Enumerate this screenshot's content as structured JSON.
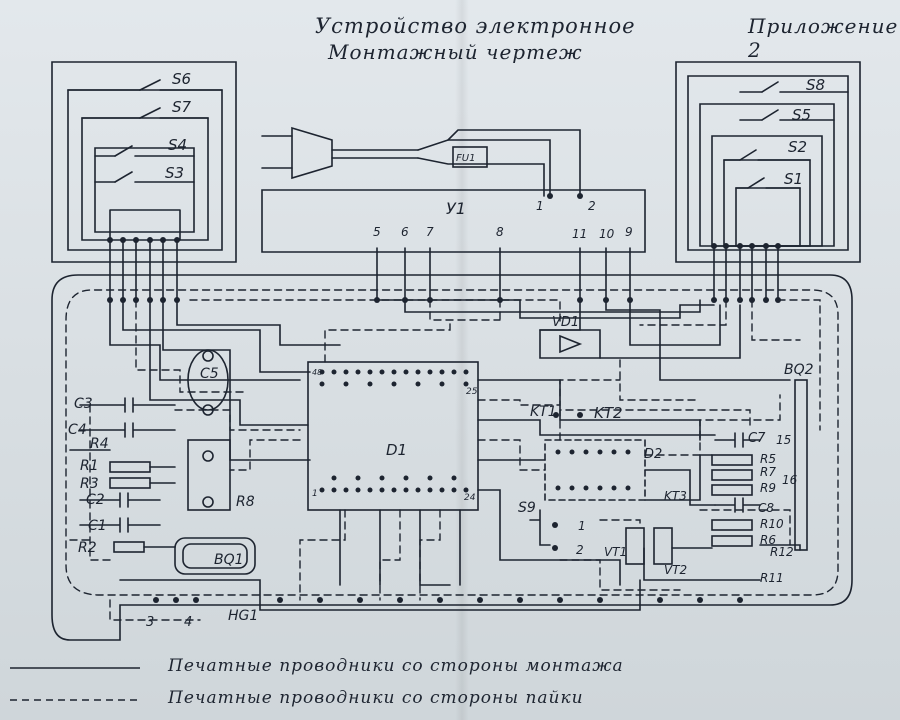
{
  "title_line1": "Устройство электронное",
  "title_line2": "Монтажный чертеж",
  "appendix": "Приложение 2",
  "switches_left": [
    "S6",
    "S7",
    "S4",
    "S3"
  ],
  "switches_right": [
    "S8",
    "S5",
    "S2",
    "S1"
  ],
  "plug_fuse": "FU1",
  "unit_y1": {
    "label": "У1",
    "pins_top": [
      "1",
      "2"
    ],
    "pins_bottom": [
      "5",
      "6",
      "7",
      "8",
      "11",
      "10",
      "9"
    ]
  },
  "components": {
    "C5": "C5",
    "C3": "C3",
    "C4": "C4",
    "R4": "R4",
    "R1": "R1",
    "R3": "R3",
    "C2": "C2",
    "C1": "C1",
    "R2": "R2",
    "R8": "R8",
    "BQ1": "BQ1",
    "HG1": "HG1",
    "D1": "D1",
    "D1_pin48": "48",
    "D1_pin25": "25",
    "D1_pin1": "1",
    "D1_pin24": "24",
    "VD1": "VD1",
    "KT1": "KT1",
    "KT2": "KT2",
    "D2": "D2",
    "KT3": "KT3",
    "C7": "C7",
    "R5": "R5",
    "R7": "R7",
    "R9": "R9",
    "C8": "C8",
    "R10": "R10",
    "R6": "R6",
    "R12": "R12",
    "R11": "R11",
    "VT1": "VT1",
    "VT2": "VT2",
    "S9": "S9",
    "BQ2": "BQ2",
    "n15": "15",
    "n16": "16",
    "s9_1": "1",
    "s9_2": "2",
    "n3": "3",
    "n4": "4"
  },
  "legend": [
    {
      "style": "solid",
      "text": "Печатные проводники со стороны монтажа"
    },
    {
      "style": "dashed",
      "text": "Печатные проводники со стороны пайки"
    }
  ],
  "ink_color": "#1d2430",
  "paper_color": "#dde3e7"
}
